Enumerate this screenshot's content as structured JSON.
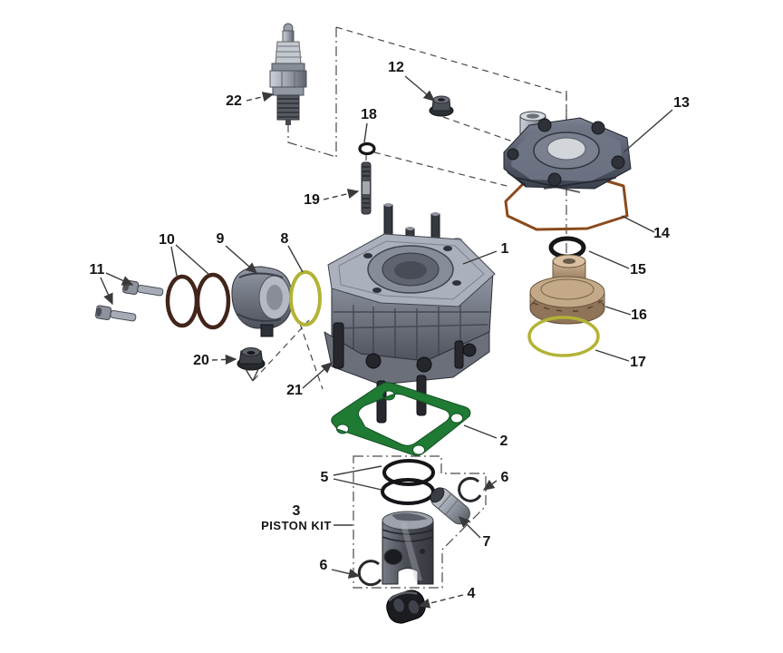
{
  "diagram": {
    "description": "Exploded parts diagram of engine cylinder, head and piston kit",
    "callouts": {
      "n1": "1",
      "n2": "2",
      "n3": "3",
      "n4": "4",
      "n5": "5",
      "n6": "6",
      "n7": "7",
      "n8": "8",
      "n9": "9",
      "n10": "10",
      "n11": "11",
      "n12": "12",
      "n13": "13",
      "n14": "14",
      "n15": "15",
      "n16": "16",
      "n17": "17",
      "n18": "18",
      "n19": "19",
      "n20": "20",
      "n21": "21",
      "n22": "22"
    },
    "labels": {
      "piston_kit": "PISTON KIT"
    },
    "colors": {
      "background": "#ffffff",
      "base_gasket_green": "#1f7a33",
      "head_gasket_brown": "#8a4a1b",
      "oring_yellow_green": "#b2b336",
      "oring_dark_brown": "#42251a",
      "oring_black": "#161616",
      "insert_bronze": "#c3a987",
      "line_color": "#3a3a3a",
      "label_color": "#151515"
    }
  }
}
